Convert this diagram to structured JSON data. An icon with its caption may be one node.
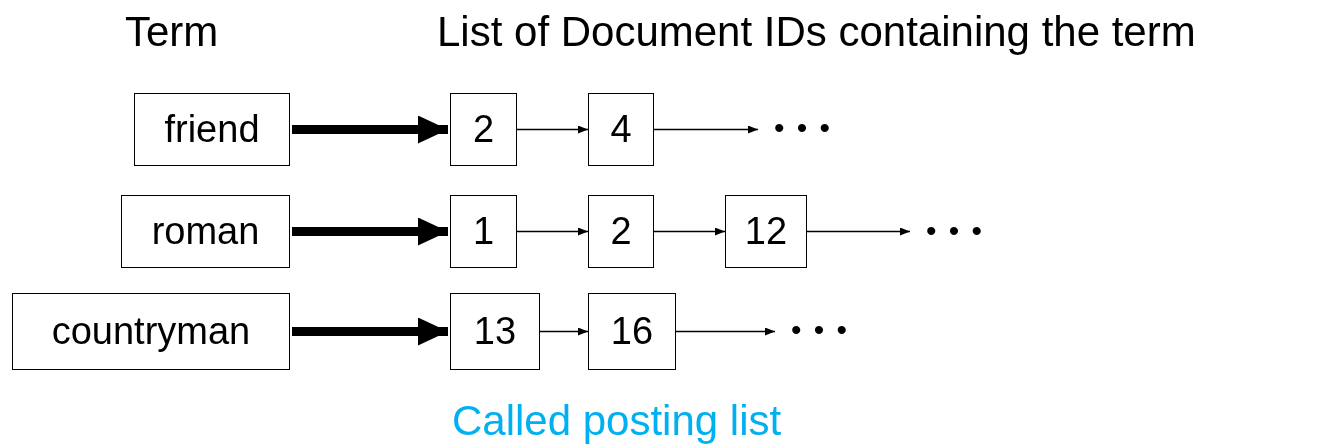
{
  "diagram": {
    "caption": "Called posting list",
    "nodes": [
      {
        "text": [
          "friend"
        ]
      },
      {
        "text": [
          "2"
        ]
      },
      {
        "text": [
          "4"
        ]
      },
      {
        "text": [
          "• • •"
        ]
      },
      {
        "text": [
          "roman"
        ]
      },
      {
        "text": [
          "1"
        ]
      },
      {
        "text": [
          "2"
        ]
      },
      {
        "text": [
          "12"
        ]
      },
      {
        "text": [
          "• • •"
        ]
      },
      {
        "text": [
          "countryman"
        ]
      },
      {
        "text": [
          "13"
        ]
      },
      {
        "text": [
          "16"
        ]
      },
      {
        "text": [
          "• • •"
        ]
      }
    ],
    "edges": [
      {
        "from": 0,
        "to": 1,
        "arrow": "to",
        "style": "thick"
      },
      {
        "from": 1,
        "to": 2,
        "arrow": "to"
      },
      {
        "from": 2,
        "to": 3,
        "arrow": "to"
      },
      {
        "from": 4,
        "to": 5,
        "arrow": "to",
        "style": "thick"
      },
      {
        "from": 5,
        "to": 6,
        "arrow": "to"
      },
      {
        "from": 6,
        "to": 7,
        "arrow": "to"
      },
      {
        "from": 7,
        "to": 8,
        "arrow": "to"
      },
      {
        "from": 9,
        "to": 10,
        "arrow": "to",
        "style": "thick"
      },
      {
        "from": 10,
        "to": 11,
        "arrow": "to"
      },
      {
        "from": 11,
        "to": 12,
        "arrow": "to"
      }
    ],
    "labels": [
      "Term",
      "List of Document IDs containing the term"
    ]
  }
}
